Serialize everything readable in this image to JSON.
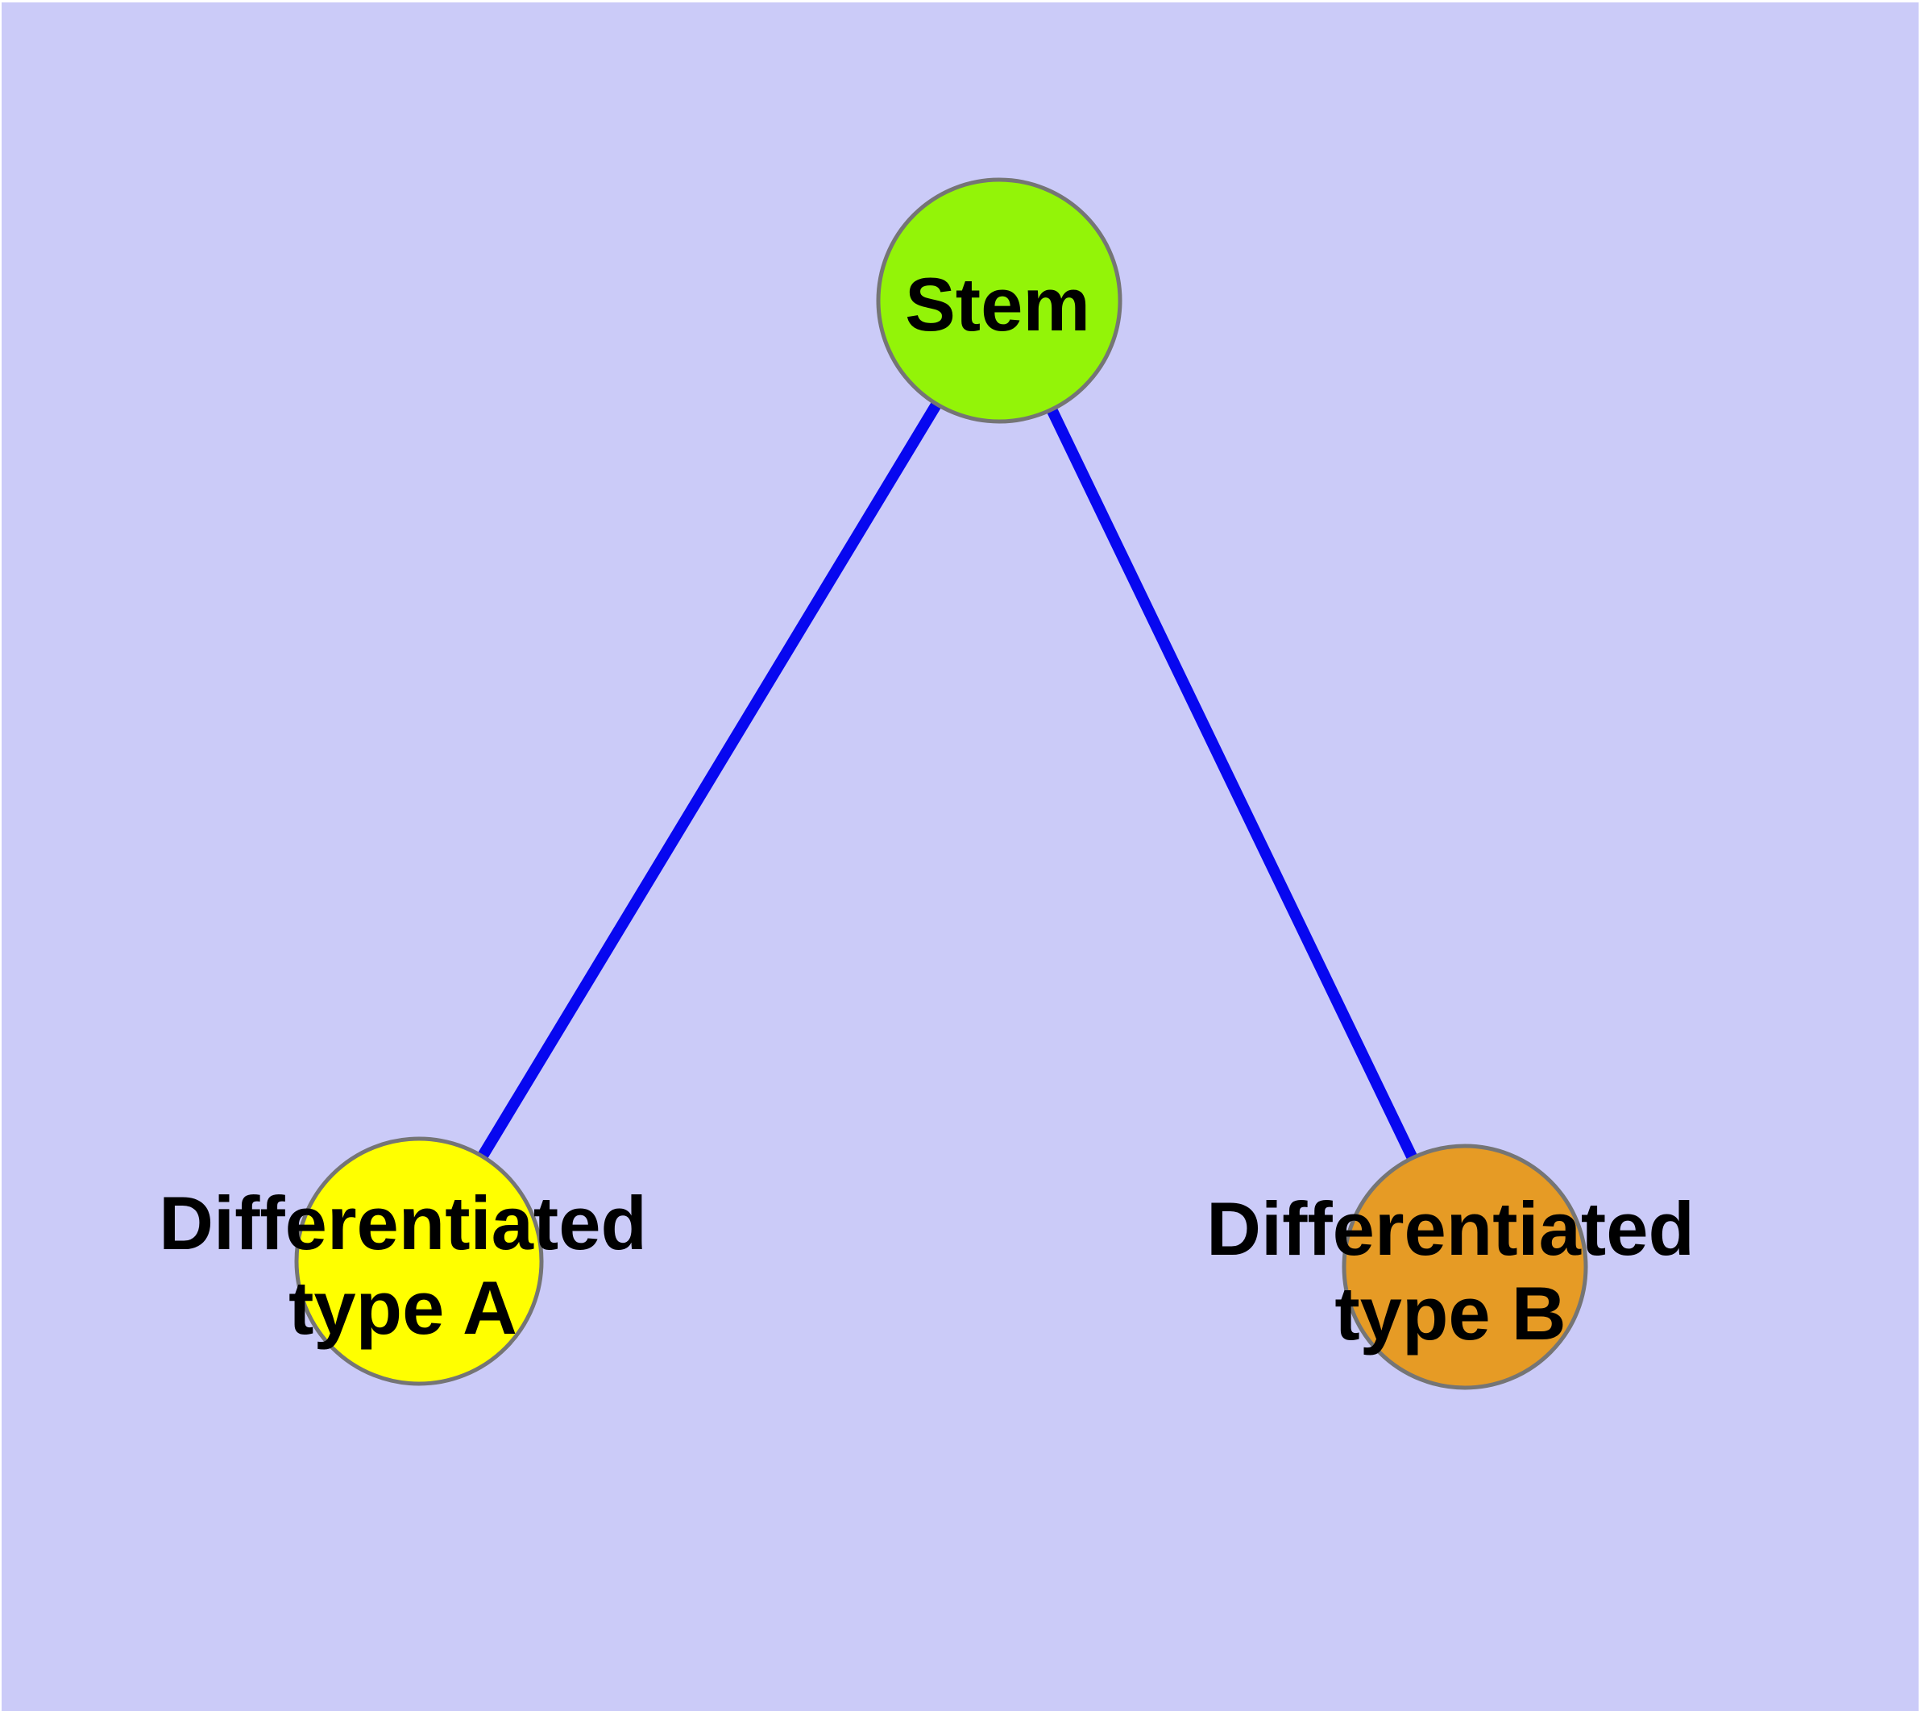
{
  "diagram": {
    "type": "node-link-graph",
    "background_color": "#cbcbf8",
    "page_background": "#ffffff",
    "edge_color": "#0707f0",
    "node_border_color": "#757575",
    "label_color": "#000000",
    "nodes": {
      "stem": {
        "label": "Stem",
        "fill": "#93f408"
      },
      "type_a": {
        "lines": [
          "Differentiated",
          "type A"
        ],
        "fill": "#ffff00"
      },
      "type_b": {
        "lines": [
          "Differentiated",
          "type B"
        ],
        "fill": "#e69b25"
      }
    },
    "edges": [
      {
        "source": "Stem",
        "target": "Differentiated type A"
      },
      {
        "source": "Stem",
        "target": "Differentiated type B"
      }
    ]
  }
}
